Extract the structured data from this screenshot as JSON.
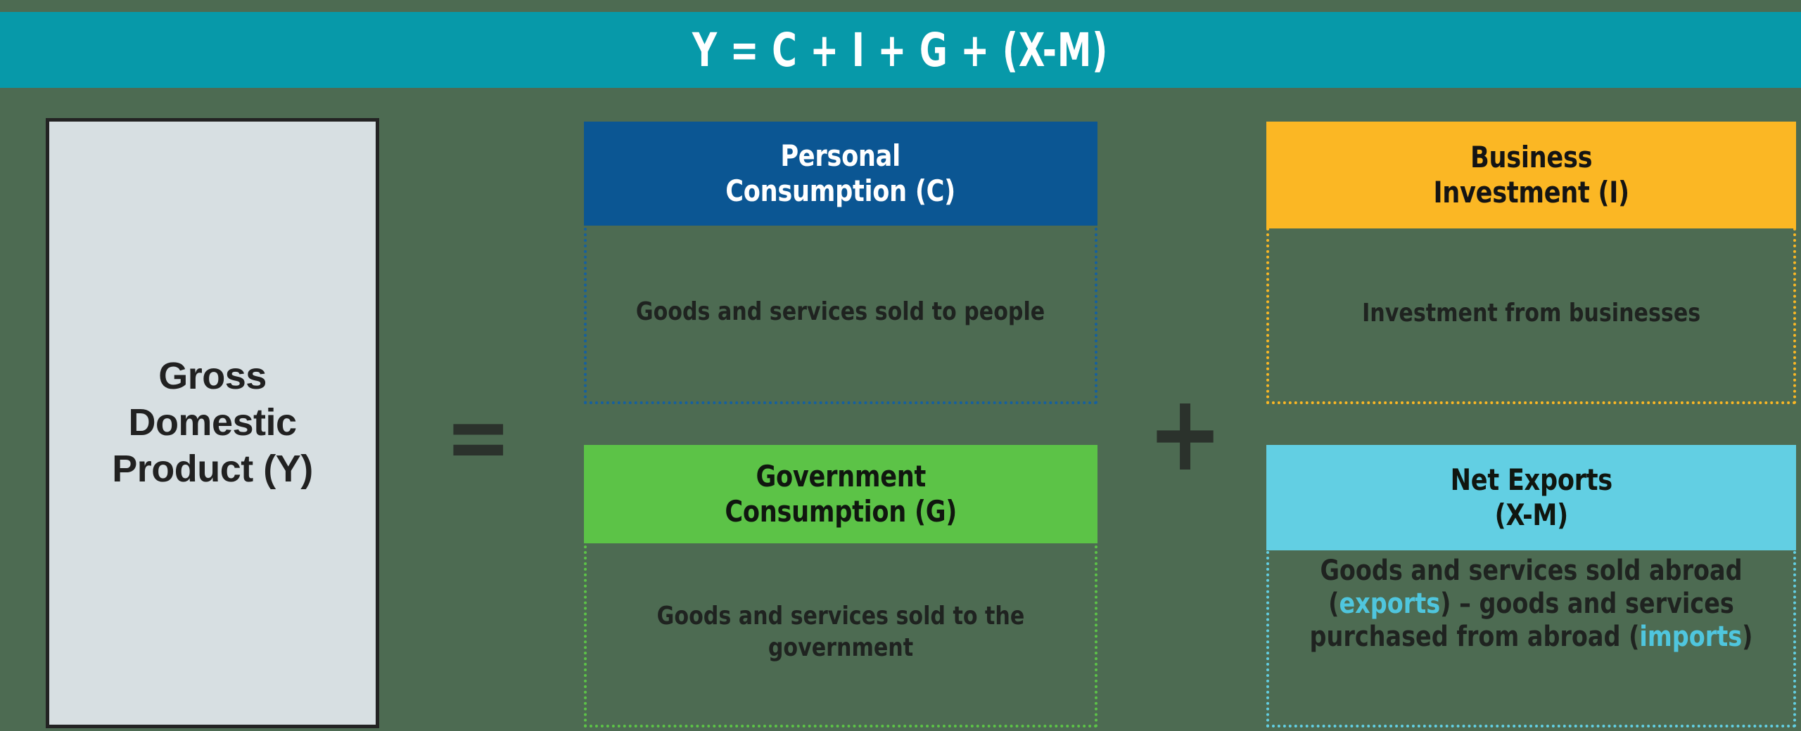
{
  "theme": {
    "background": "#4d6b52",
    "banner_bg": "#0799a9",
    "banner_text": "#ffffff",
    "gdp_fill": "#d7dfe2",
    "gdp_border": "#232323",
    "consumption_accent": "#0b5693",
    "investment_accent": "#fbb724",
    "government_accent": "#5cc347",
    "netexports_accent": "#62cfe3",
    "highlight_cyan": "#4fc6de",
    "operator_color": "#2b322c"
  },
  "banner": {
    "formula": "Y = C + I + G + (X-M)"
  },
  "gdp": {
    "label": "Gross Domestic Product (Y)",
    "label_line1": "Gross",
    "label_line2": "Domestic",
    "label_line3": "Product (Y)"
  },
  "operators": {
    "equals": "=",
    "plus": "+"
  },
  "components": [
    {
      "id": "consumption",
      "symbol": "C",
      "title": "Personal Consumption (C)",
      "title_line1": "Personal",
      "title_line2": "Consumption (C)",
      "body": "Goods and services sold to people"
    },
    {
      "id": "investment",
      "symbol": "I",
      "title": "Business Investment (I)",
      "title_line1": "Business",
      "title_line2": "Investment (I)",
      "body": "Investment from businesses"
    },
    {
      "id": "government",
      "symbol": "G",
      "title": "Government Consumption (G)",
      "title_line1": "Government",
      "title_line2": "Consumption (G)",
      "body": "Goods and services sold to the government"
    },
    {
      "id": "netexports",
      "symbol": "X-M",
      "title": "Net Exports (X-M)",
      "title_line1": "Net Exports",
      "title_line2": "(X-M)",
      "body": "Goods and services sold abroad (exports) – goods and services purchased from abroad (imports)",
      "body_segments": [
        {
          "text": "Goods and services sold abroad (",
          "highlight": false
        },
        {
          "text": "exports",
          "highlight": true
        },
        {
          "text": ") – goods and services purchased from abroad (",
          "highlight": false
        },
        {
          "text": "imports",
          "highlight": true
        },
        {
          "text": ")",
          "highlight": false
        }
      ]
    }
  ]
}
